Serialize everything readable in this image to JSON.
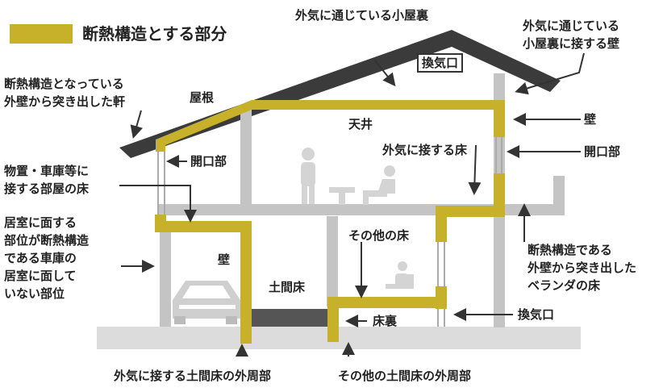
{
  "legend": {
    "label": "断熱構造とする部分"
  },
  "colors": {
    "insulation": "#c7b12a",
    "structure": "#c4c4c4",
    "roof": "#3b3b3b",
    "ground": "#dcdcdc",
    "arrow": "#333333"
  },
  "labels": {
    "attic_ventilated": "外気に通じている小屋裏",
    "attic_wall": [
      "外気に通じている",
      "小屋裏に接する壁"
    ],
    "vent_top": "換気口",
    "eave": [
      "断熱構造となっている",
      "外壁から突き出した軒"
    ],
    "roof": "屋根",
    "ceiling": "天井",
    "wall_right": "壁",
    "opening_right": "開口部",
    "opening_left": "開口部",
    "floor_exposed": "外気に接する床",
    "storage_floor": [
      "物置・車庫等に",
      "接する部屋の床"
    ],
    "garage_wall": [
      "居室に面する",
      "部位が断熱構造",
      "である車庫の",
      "居室に面して",
      "いない部位"
    ],
    "wall_garage": "壁",
    "other_floor": "その他の床",
    "earth_floor": "土間床",
    "veranda": [
      "断熱構造である",
      "外壁から突き出した",
      "ベランダの床"
    ],
    "underfloor": "床裏",
    "vent_bottom": "換気口",
    "earth_perimeter_ext": "外気に接する土間床の外周部",
    "earth_perimeter_other": "その他の土間床の外周部"
  },
  "icons": [
    "person-standing-icon",
    "person-sitting-icon",
    "child-icon",
    "car-icon"
  ]
}
